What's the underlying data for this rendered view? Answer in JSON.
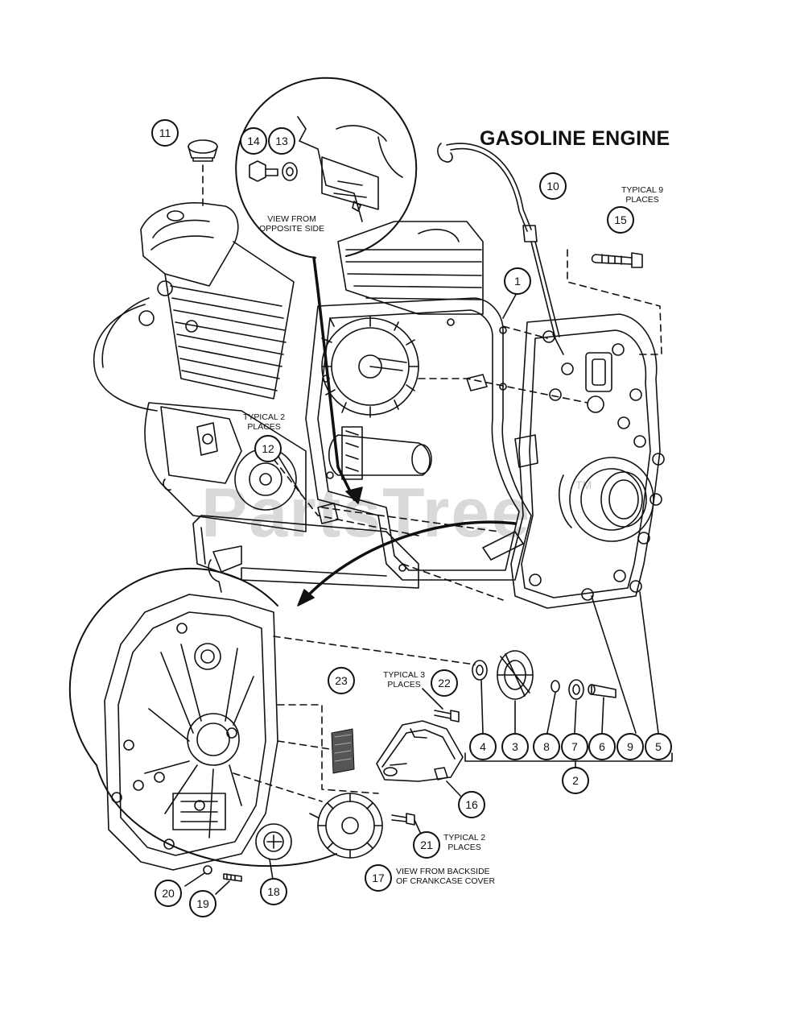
{
  "title": "GASOLINE ENGINE",
  "watermark": "PartsTree",
  "trademark": "TM",
  "notes": {
    "view_opposite": [
      "VIEW FROM",
      "OPPOSITE SIDE"
    ],
    "typical_9": [
      "TYPICAL 9",
      "PLACES"
    ],
    "typical_2_top": [
      "TYPICAL 2",
      "PLACES"
    ],
    "typical_3": [
      "TYPICAL 3",
      "PLACES"
    ],
    "typical_2_bottom": [
      "TYPICAL 2",
      "PLACES"
    ],
    "view_backside": [
      "VIEW FROM BACKSIDE",
      "OF CRANKCASE COVER"
    ]
  },
  "callouts": [
    "11",
    "14",
    "13",
    "10",
    "15",
    "1",
    "12",
    "23",
    "22",
    "4",
    "3",
    "8",
    "7",
    "6",
    "9",
    "5",
    "2",
    "16",
    "21",
    "17",
    "18",
    "20",
    "19"
  ],
  "colors": {
    "line": "#111111",
    "background": "#ffffff",
    "watermark": "#d9d9d9"
  }
}
